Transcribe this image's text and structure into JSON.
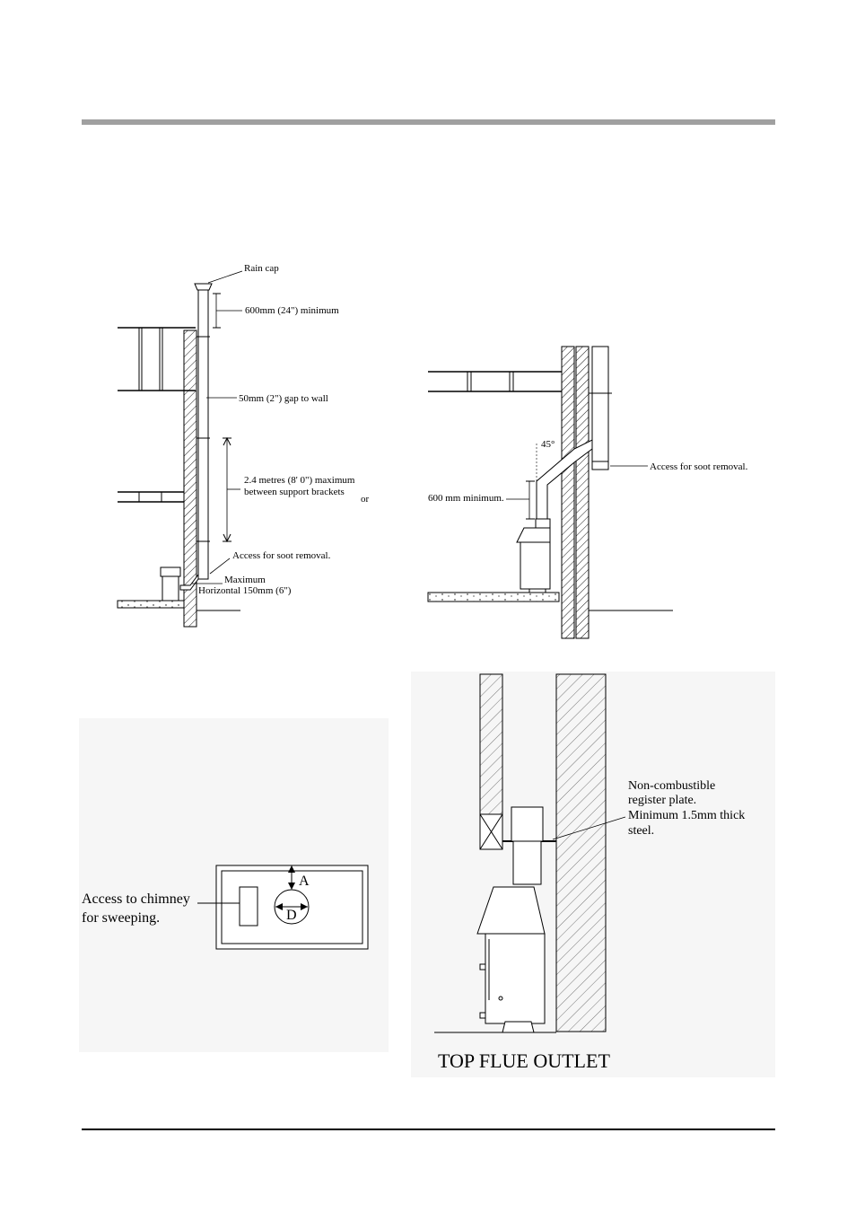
{
  "fig1": {
    "rain_cap": "Rain cap",
    "min_height": "600mm (24\") minimum",
    "gap": "50mm (2\") gap to wall",
    "bracket_line1": "2.4 metres (8' 0\") maximum",
    "bracket_line2": "between support brackets",
    "or": "or",
    "soot": "Access for soot removal.",
    "max_line1": "Maximum",
    "max_line2": "Horizontal 150mm (6\")"
  },
  "fig2": {
    "angle": "45°",
    "min": "600 mm minimum.",
    "soot": "Access for soot removal."
  },
  "fig3": {
    "access_line1": "Access to chimney",
    "access_line2": "for sweeping.",
    "dim_a": "A",
    "dim_d": "D"
  },
  "fig4": {
    "plate_line1": "Non-combustible",
    "plate_line2": "register plate.",
    "plate_line3": "Minimum 1.5mm thick",
    "plate_line4": "steel.",
    "title": "TOP FLUE OUTLET"
  },
  "colors": {
    "header_rule": "#a0a0a0",
    "footer_rule": "#000000",
    "scan_bg": "#f4f4f4"
  }
}
